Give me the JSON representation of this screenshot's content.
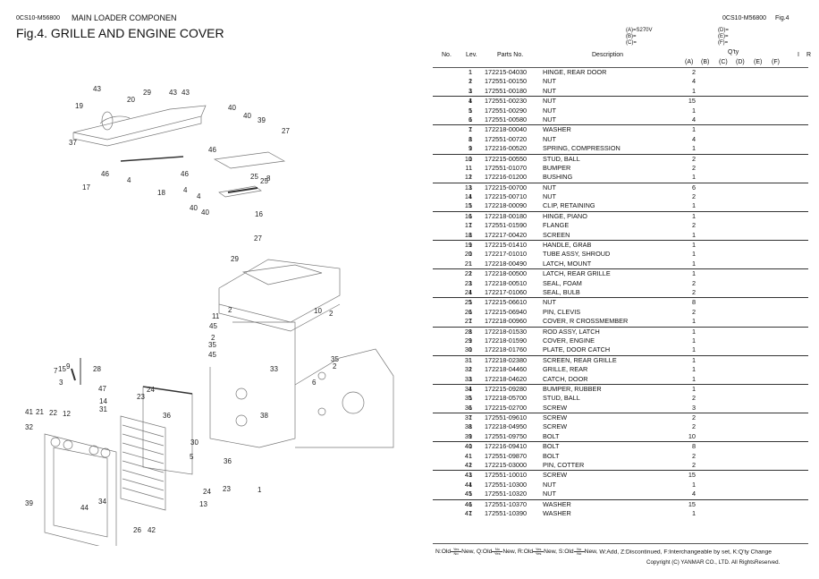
{
  "header": {
    "doc_code": "0CS10-M56800",
    "section": "MAIN LOADER COMPONEN",
    "title": "Fig.4.  GRILLE AND ENGINE COVER",
    "right_code": "0CS10-M56800",
    "right_fig": "Fig.4",
    "models_left": [
      "(A)=S270V",
      "(B)=",
      "(C)="
    ],
    "models_right": [
      "(D)=",
      "(E)=",
      "(F)="
    ]
  },
  "table": {
    "columns": {
      "no": "No.",
      "lev": "Lev.",
      "part": "Parts No.",
      "desc": "Description",
      "qty": "Q'ty",
      "i": "I",
      "r": "R",
      "qty_cols": [
        "(A)",
        "(B)",
        "(C)",
        "(D)",
        "(E)",
        "(F)"
      ]
    },
    "rows": [
      {
        "no": "1",
        "lev": "1",
        "part": "172215-04030",
        "desc": "HINGE, REAR DOOR",
        "qa": "2"
      },
      {
        "no": "2",
        "lev": "1",
        "part": "172551-00150",
        "desc": "NUT",
        "qa": "4"
      },
      {
        "no": "3",
        "lev": "1",
        "part": "172551-00180",
        "desc": "NUT",
        "qa": "1"
      },
      {
        "no": "4",
        "lev": "1",
        "part": "172551-00230",
        "desc": "NUT",
        "qa": "15"
      },
      {
        "no": "5",
        "lev": "1",
        "part": "172551-00290",
        "desc": "NUT",
        "qa": "1"
      },
      {
        "no": "6",
        "lev": "1",
        "part": "172551-00580",
        "desc": "NUT",
        "qa": "4"
      },
      {
        "no": "7",
        "lev": "1",
        "part": "172218-00040",
        "desc": "WASHER",
        "qa": "1"
      },
      {
        "no": "8",
        "lev": "1",
        "part": "172551-00720",
        "desc": "NUT",
        "qa": "4"
      },
      {
        "no": "9",
        "lev": "1",
        "part": "172216-00520",
        "desc": "SPRING, COMPRESSION",
        "qa": "1"
      },
      {
        "no": "10",
        "lev": "1",
        "part": "172215-00550",
        "desc": "STUD, BALL",
        "qa": "2"
      },
      {
        "no": "11",
        "lev": "1",
        "part": "172551-01070",
        "desc": "BUMPER",
        "qa": "2"
      },
      {
        "no": "12",
        "lev": "1",
        "part": "172216-01200",
        "desc": "BUSHING",
        "qa": "1"
      },
      {
        "no": "13",
        "lev": "1",
        "part": "172215-00700",
        "desc": "NUT",
        "qa": "6"
      },
      {
        "no": "14",
        "lev": "1",
        "part": "172215-00710",
        "desc": "NUT",
        "qa": "2"
      },
      {
        "no": "15",
        "lev": "1",
        "part": "172218-00090",
        "desc": "CLIP, RETAINING",
        "qa": "1"
      },
      {
        "no": "16",
        "lev": "1",
        "part": "172218-00180",
        "desc": "HINGE, PIANO",
        "qa": "1"
      },
      {
        "no": "17",
        "lev": "1",
        "part": "172551-01590",
        "desc": "FLANGE",
        "qa": "2"
      },
      {
        "no": "18",
        "lev": "1",
        "part": "172217-00420",
        "desc": "SCREEN",
        "qa": "1"
      },
      {
        "no": "19",
        "lev": "1",
        "part": "172215-01410",
        "desc": "HANDLE, GRAB",
        "qa": "1"
      },
      {
        "no": "20",
        "lev": "1",
        "part": "172217-01010",
        "desc": "TUBE ASSY, SHROUD",
        "qa": "1"
      },
      {
        "no": "21",
        "lev": "1",
        "part": "172218-00490",
        "desc": "LATCH, MOUNT",
        "qa": "1"
      },
      {
        "no": "22",
        "lev": "1",
        "part": "172218-00500",
        "desc": "LATCH, REAR GRILLE",
        "qa": "1"
      },
      {
        "no": "23",
        "lev": "1",
        "part": "172218-00510",
        "desc": "SEAL, FOAM",
        "qa": "2"
      },
      {
        "no": "24",
        "lev": "1",
        "part": "172217-01060",
        "desc": "SEAL, BULB",
        "qa": "2"
      },
      {
        "no": "25",
        "lev": "1",
        "part": "172215-06610",
        "desc": "NUT",
        "qa": "8"
      },
      {
        "no": "26",
        "lev": "1",
        "part": "172215-06940",
        "desc": "PIN, CLEVIS",
        "qa": "2"
      },
      {
        "no": "27",
        "lev": "1",
        "part": "172218-00960",
        "desc": "COVER, R CROSSMEMBER",
        "qa": "1"
      },
      {
        "no": "28",
        "lev": "1",
        "part": "172218-01530",
        "desc": "ROD ASSY, LATCH",
        "qa": "1"
      },
      {
        "no": "29",
        "lev": "1",
        "part": "172218-01590",
        "desc": "COVER, ENGINE",
        "qa": "1"
      },
      {
        "no": "30",
        "lev": "1",
        "part": "172218-01760",
        "desc": "PLATE, DOOR CATCH",
        "qa": "1"
      },
      {
        "no": "31",
        "lev": "1",
        "part": "172218-02380",
        "desc": "SCREEN, REAR GRILLE",
        "qa": "1"
      },
      {
        "no": "32",
        "lev": "1",
        "part": "172218-04460",
        "desc": "GRILLE, REAR",
        "qa": "1"
      },
      {
        "no": "33",
        "lev": "1",
        "part": "172218-04620",
        "desc": "CATCH, DOOR",
        "qa": "1"
      },
      {
        "no": "34",
        "lev": "1",
        "part": "172215-09280",
        "desc": "BUMPER, RUBBER",
        "qa": "1"
      },
      {
        "no": "35",
        "lev": "1",
        "part": "172218-05700",
        "desc": "STUD, BALL",
        "qa": "2"
      },
      {
        "no": "36",
        "lev": "1",
        "part": "172215-02700",
        "desc": "SCREW",
        "qa": "3"
      },
      {
        "no": "37",
        "lev": "1",
        "part": "172551-09610",
        "desc": "SCREW",
        "qa": "2"
      },
      {
        "no": "38",
        "lev": "1",
        "part": "172218-04950",
        "desc": "SCREW",
        "qa": "2"
      },
      {
        "no": "39",
        "lev": "1",
        "part": "172551-09750",
        "desc": "BOLT",
        "qa": "10"
      },
      {
        "no": "40",
        "lev": "1",
        "part": "172216-09410",
        "desc": "BOLT",
        "qa": "8"
      },
      {
        "no": "41",
        "lev": "1",
        "part": "172551-09870",
        "desc": "BOLT",
        "qa": "2"
      },
      {
        "no": "42",
        "lev": "1",
        "part": "172215-03000",
        "desc": "PIN, COTTER",
        "qa": "2"
      },
      {
        "no": "43",
        "lev": "1",
        "part": "172551-10010",
        "desc": "SCREW",
        "qa": "15"
      },
      {
        "no": "44",
        "lev": "1",
        "part": "172551-10300",
        "desc": "NUT",
        "qa": "1"
      },
      {
        "no": "45",
        "lev": "1",
        "part": "172551-10320",
        "desc": "NUT",
        "qa": "4"
      },
      {
        "no": "46",
        "lev": "1",
        "part": "172551-10370",
        "desc": "WASHER",
        "qa": "15"
      },
      {
        "no": "47",
        "lev": "1",
        "part": "172551-10390",
        "desc": "WASHER",
        "qa": "1"
      }
    ]
  },
  "footer": {
    "legend": [
      {
        "code": "N:Old",
        "top": "Yes",
        "bottom": "No",
        "to": "New,"
      },
      {
        "code": "Q:Old",
        "top": "No",
        "bottom": "Yes",
        "to": "New,"
      },
      {
        "code": "R:Old",
        "top": "Yes",
        "bottom": "Yes",
        "to": "New,"
      },
      {
        "code": "S:Old",
        "top": "No",
        "bottom": "No",
        "to": "New,"
      }
    ],
    "legend_tail": "W:Add, Z:Discontinued, F:Interchangeable by set, K:Q'ty Change",
    "copyright": "Copyright (C)  YANMAR CO., LTD. All RightsReserved."
  },
  "diagram": {
    "callouts_top": [
      "43",
      "29",
      "20",
      "43",
      "43",
      "19",
      "37",
      "46",
      "17",
      "4",
      "18",
      "40",
      "40",
      "39",
      "27",
      "46",
      "46",
      "4",
      "4",
      "25",
      "25",
      "8",
      "40",
      "40",
      "16"
    ],
    "callouts_mid": [
      "27",
      "29",
      "10",
      "2",
      "2",
      "11",
      "45",
      "2",
      "35",
      "45",
      "33",
      "35",
      "2",
      "6",
      "38"
    ],
    "callouts_bottom": [
      "9",
      "15",
      "7",
      "28",
      "3",
      "47",
      "14",
      "41",
      "21",
      "22",
      "12",
      "31",
      "32",
      "24",
      "23",
      "36",
      "30",
      "5",
      "23",
      "24",
      "13",
      "36",
      "1",
      "39",
      "44",
      "34",
      "26",
      "42"
    ]
  }
}
